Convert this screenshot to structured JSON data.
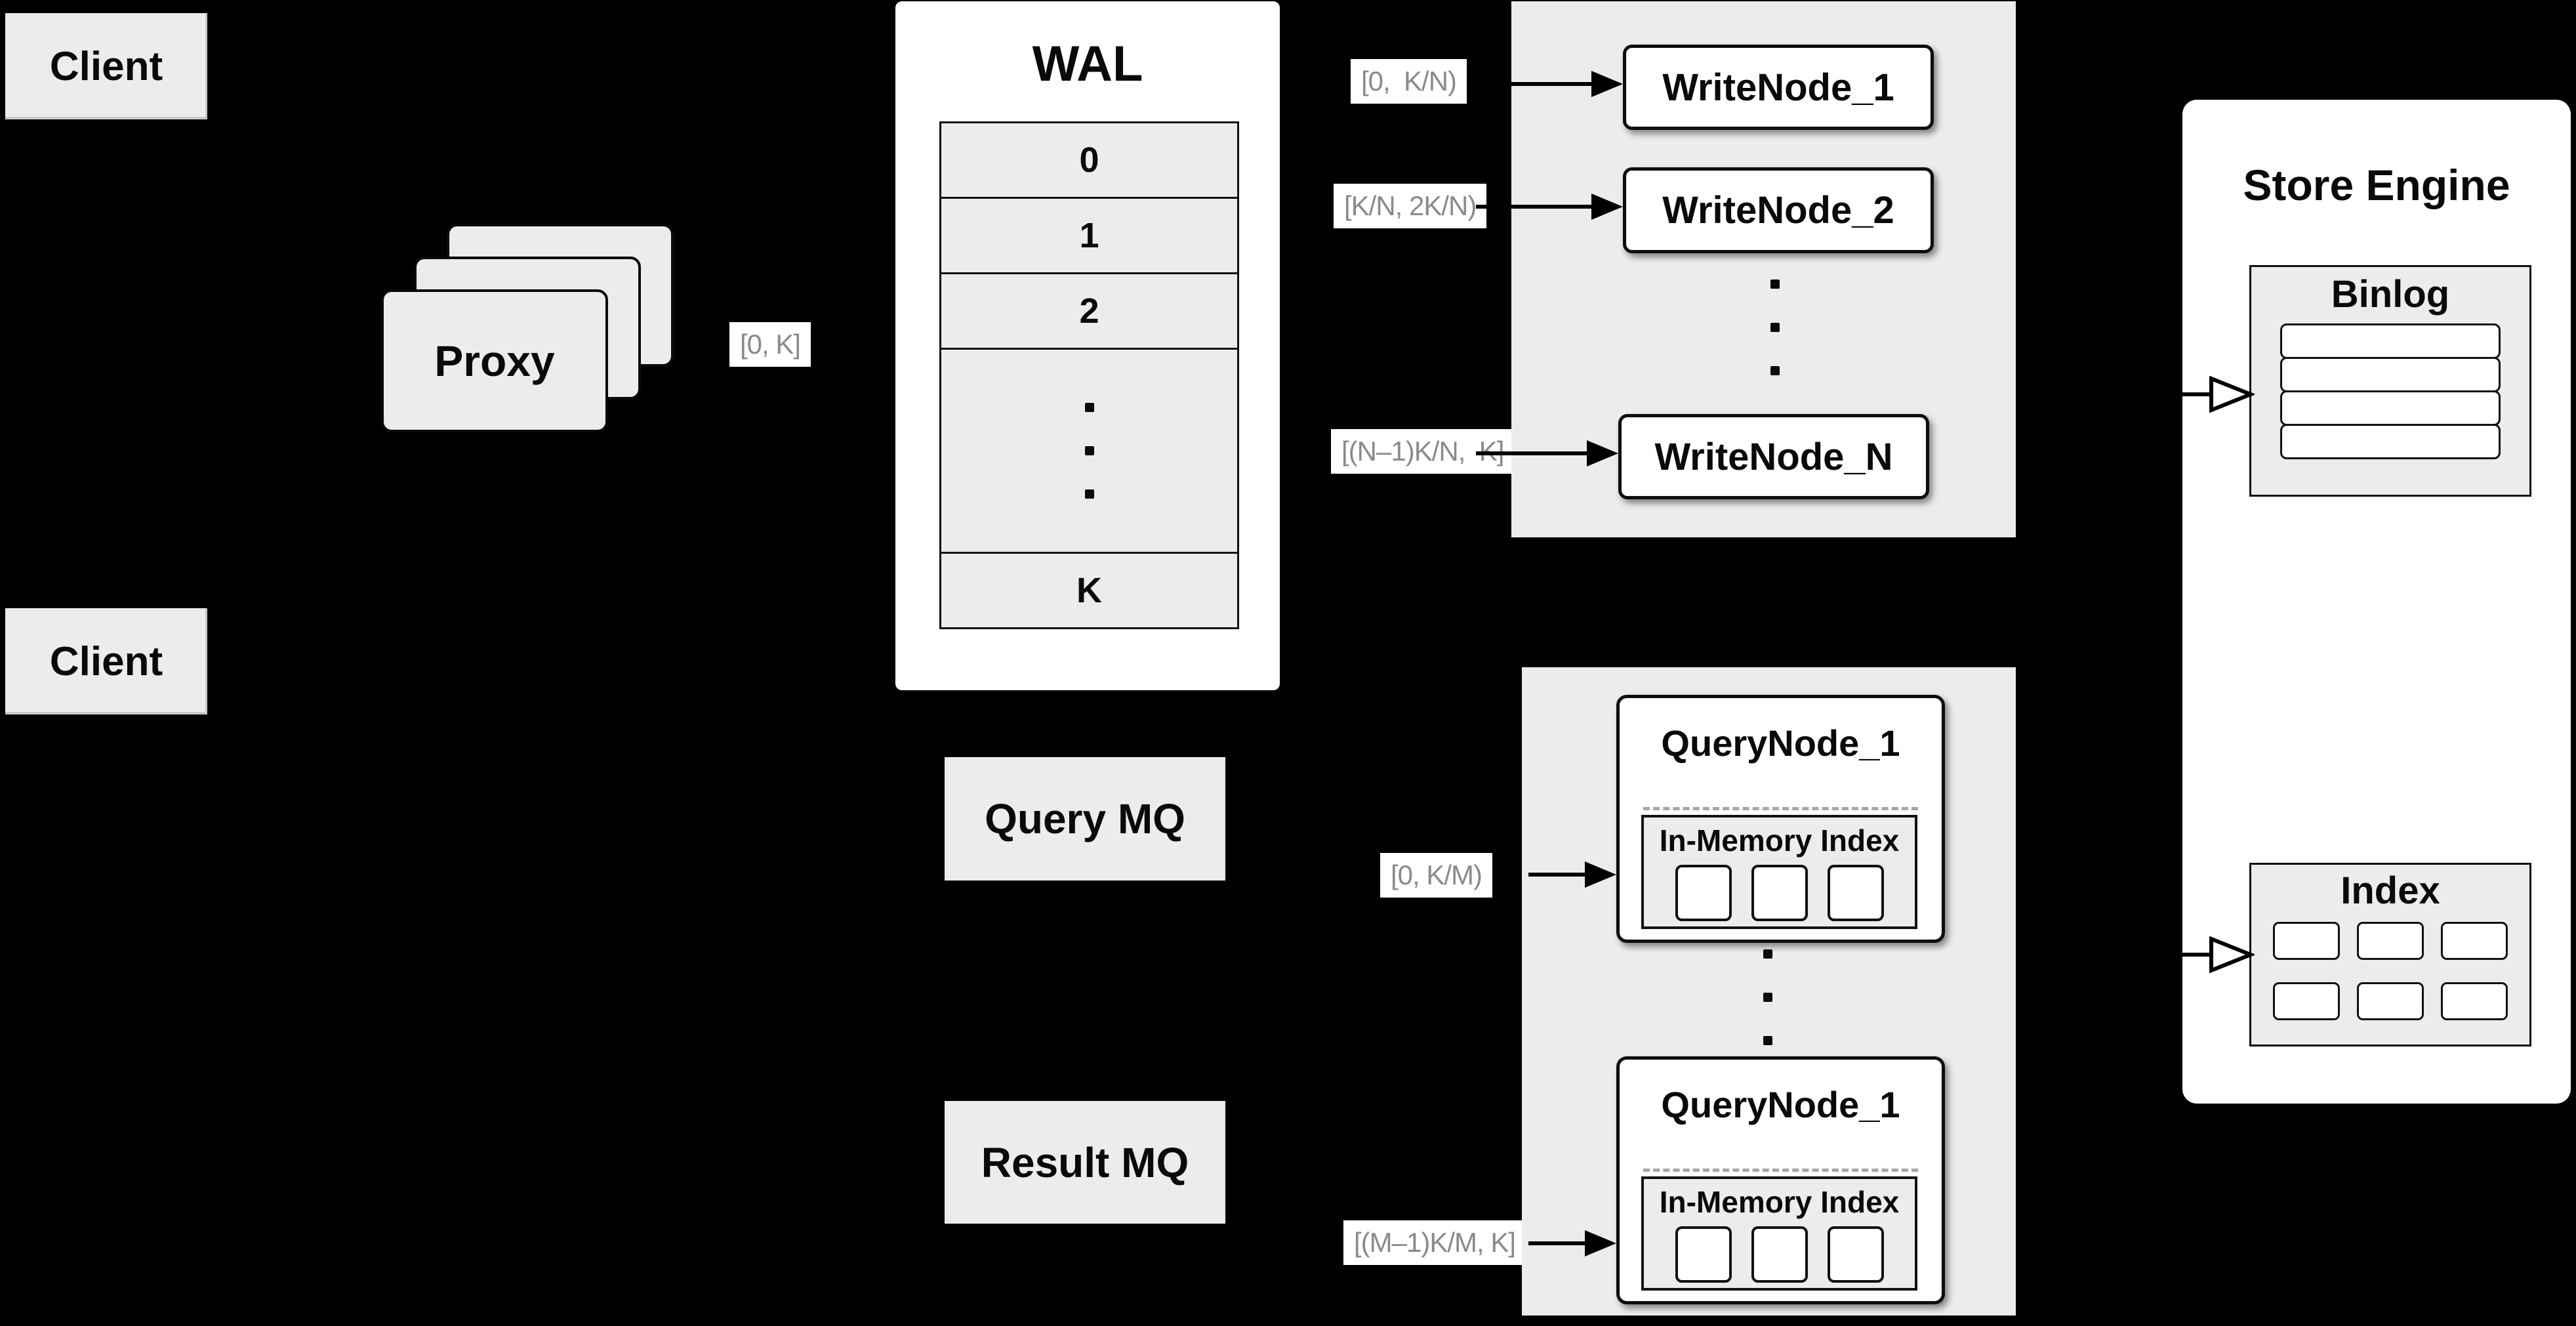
{
  "colors": {
    "background": "#000000",
    "panel_gray": "#ececec",
    "box_white": "#ffffff",
    "border_black": "#111111",
    "chip_text_gray": "#8a8a8a"
  },
  "clients": {
    "top_label": "Client",
    "bottom_label": "Client"
  },
  "proxy": {
    "label": "Proxy"
  },
  "wal": {
    "title": "WAL",
    "rows": [
      "0",
      "1",
      "2"
    ],
    "last_row": "K"
  },
  "chips": {
    "proxy_to_wal": "[0, K]",
    "write_node_1": "[0,  K/N)",
    "write_node_2": "[K/N, 2K/N)",
    "write_node_n": "[(N–1)K/N,  K]",
    "query_node_1": "[0, K/M)",
    "query_node_m": "[(M–1)K/M, K]"
  },
  "write_nodes": {
    "node_1": "WriteNode_1",
    "node_2": "WriteNode_2",
    "node_n": "WriteNode_N"
  },
  "mq": {
    "query": "Query MQ",
    "result": "Result MQ"
  },
  "query_nodes": {
    "top": {
      "title": "QueryNode_1",
      "inner_title": "In-Memory Index"
    },
    "bottom": {
      "title": "QueryNode_1",
      "inner_title": "In-Memory Index"
    }
  },
  "store_engine": {
    "title": "Store Engine",
    "binlog_title": "Binlog",
    "index_title": "Index"
  }
}
